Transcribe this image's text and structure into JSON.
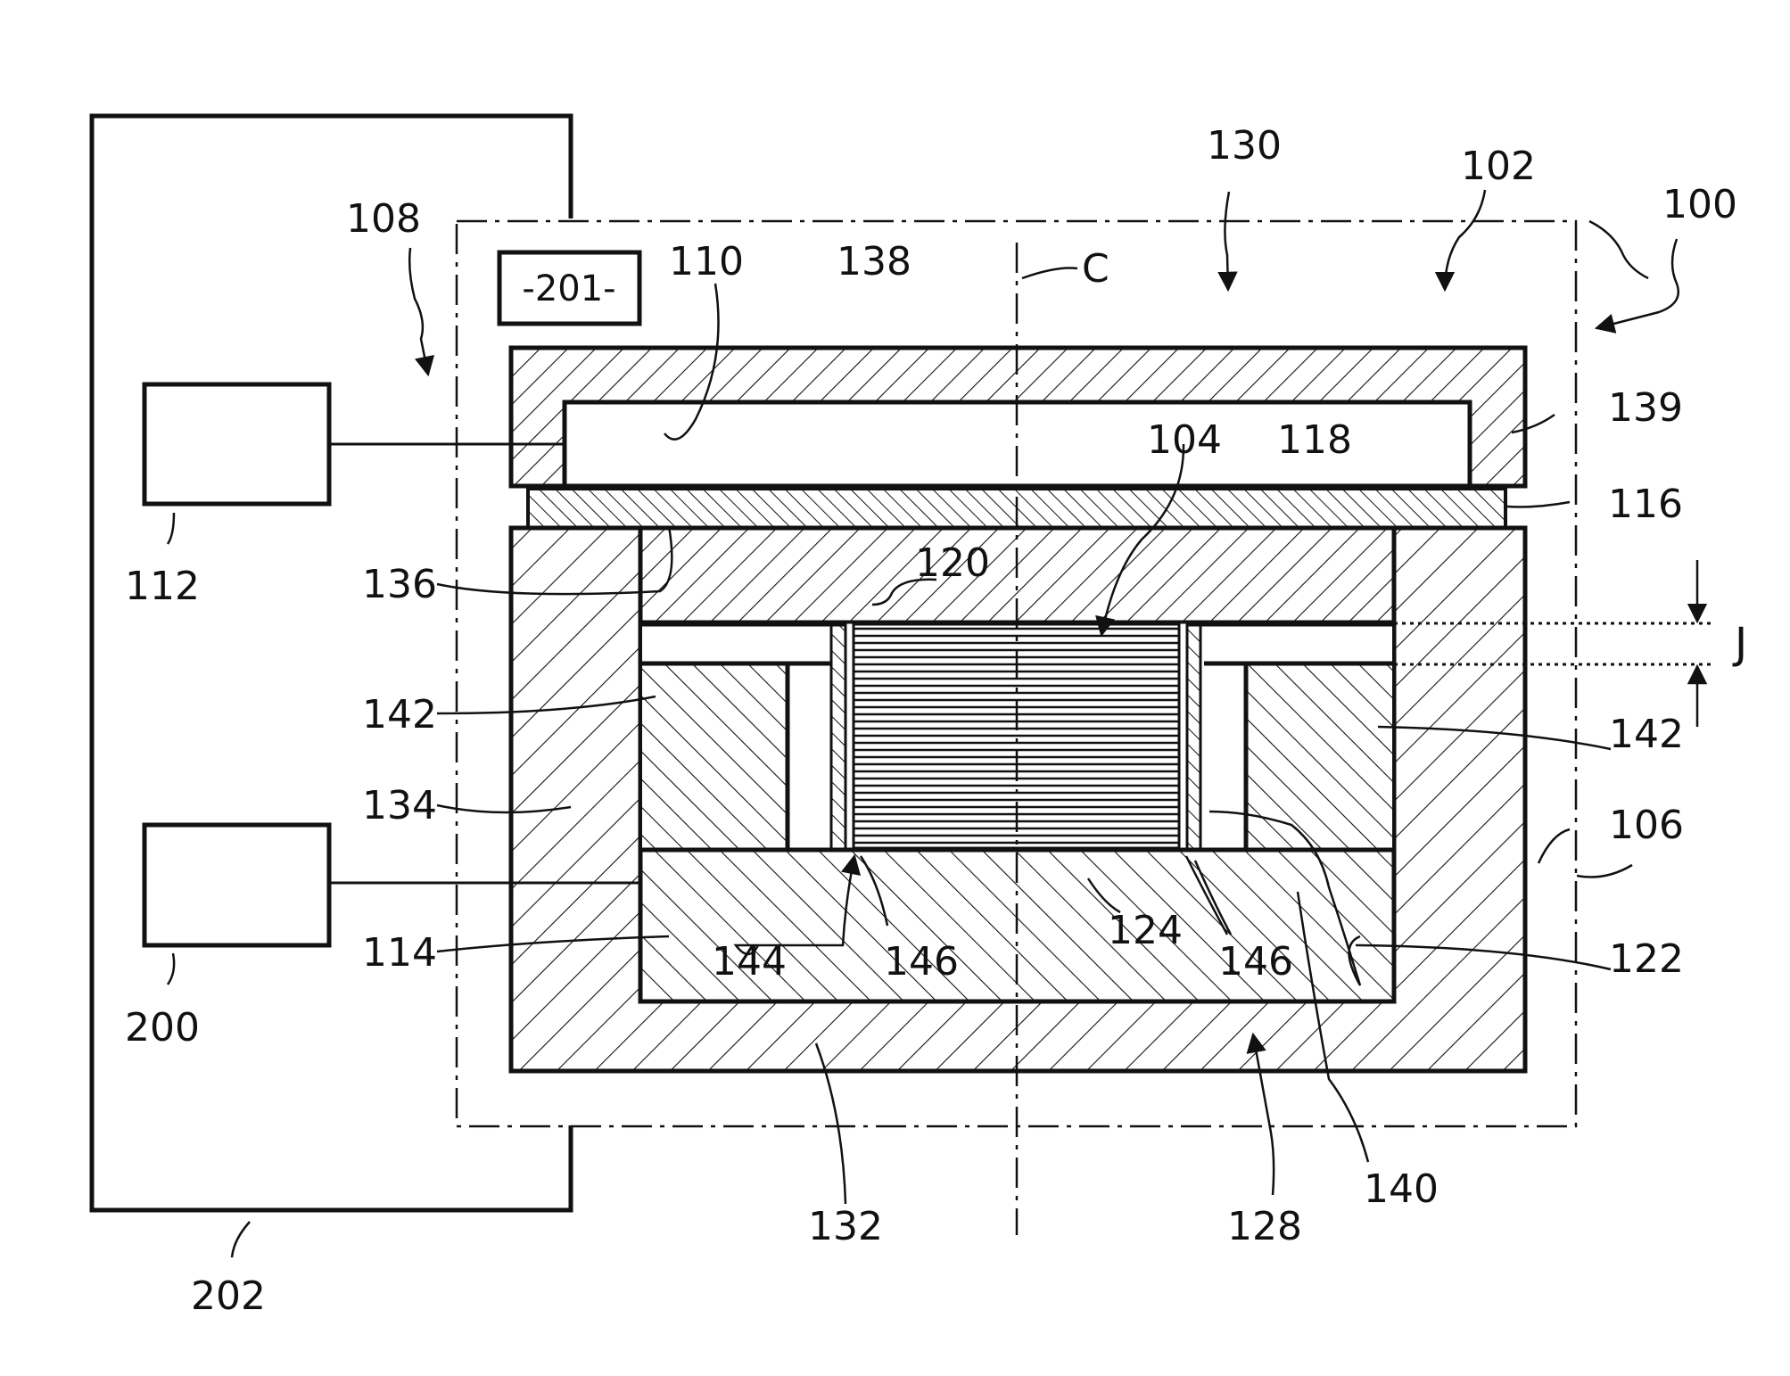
{
  "figure": {
    "labels": {
      "l100": "100",
      "l102": "102",
      "l104": "104",
      "l106": "106",
      "l108": "108",
      "l110": "110",
      "l112": "112",
      "l114": "114",
      "l116": "116",
      "l118": "118",
      "l120": "120",
      "l122": "122",
      "l124": "124",
      "l128": "128",
      "l130": "130",
      "l132": "132",
      "l134": "134",
      "l136": "136",
      "l138": "138",
      "l139": "139",
      "l140": "140",
      "l142_left": "142",
      "l142_right": "142",
      "l144": "144",
      "l146_left": "146",
      "l146_right": "146",
      "l200": "200",
      "l202": "202",
      "axis_c": "C",
      "gap_j": "J",
      "box201": "-201-"
    }
  }
}
